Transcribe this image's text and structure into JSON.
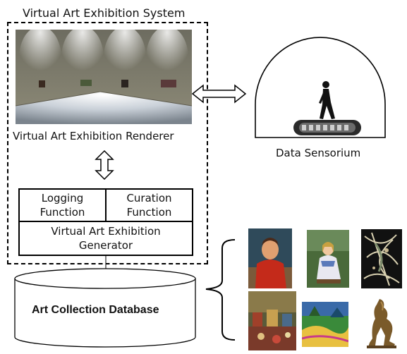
{
  "system": {
    "title": "Virtual Art Exhibition System",
    "renderer_label": "Virtual Art Exhibition Renderer"
  },
  "functions": {
    "logging": [
      "Logging",
      "Function"
    ],
    "curation": [
      "Curation",
      "Function"
    ],
    "generator": [
      "Virtual Art Exhibition",
      "Generator"
    ]
  },
  "sensorium": {
    "label": "Data Sensorium"
  },
  "database": {
    "label": "Art Collection Database"
  },
  "artworks": [
    "portrait-red-jacket",
    "girl-seated-in-garden",
    "abstract-drip-painting",
    "folk-village-scene",
    "colorful-landscape",
    "bronze-striding-sculpture"
  ],
  "colors": {
    "line": "#000000",
    "wall": "#8f8c7a",
    "floor": "#bcc4cc"
  }
}
